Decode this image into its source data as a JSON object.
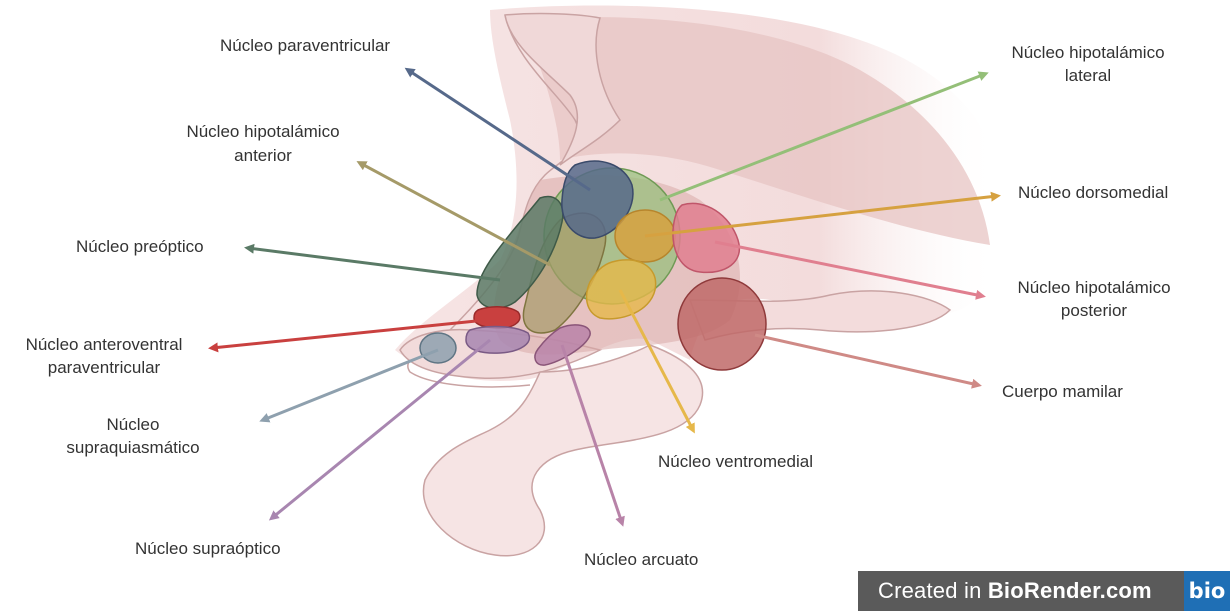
{
  "labels": {
    "paraventricular": "Núcleo paraventricular",
    "anterior_1": "Núcleo hipotalámico",
    "anterior_2": "anterior",
    "preoptico": "Núcleo preóptico",
    "anteroventral_1": "Núcleo anteroventral",
    "anteroventral_2": "paraventricular",
    "supraquiasmatico_1": "Núcleo",
    "supraquiasmatico_2": "supraquiasmático",
    "supraoptico": "Núcleo supraóptico",
    "arcuato": "Núcleo arcuato",
    "ventromedial": "Núcleo ventromedial",
    "mamilar": "Cuerpo mamilar",
    "posterior_1": "Núcleo hipotalámico",
    "posterior_2": "posterior",
    "dorsomedial": "Núcleo dorsomedial",
    "lateral_1": "Núcleo hipotalámico",
    "lateral_2": "lateral"
  },
  "watermark": {
    "prefix": "Created in ",
    "brand": "BioRender.com",
    "logo": "bio"
  },
  "colors": {
    "paraventricular": "#56698a",
    "anterior": "#a59a68",
    "preoptico": "#5a7a66",
    "anteroventral": "#c9403f",
    "supraquiasmatico": "#8ea0ae",
    "supraoptico": "#a886b0",
    "arcuato": "#b883a8",
    "ventromedial": "#e6b84a",
    "mamilar": "#cf8a86",
    "posterior": "#e07f8f",
    "dorsomedial": "#d6a140",
    "lateral": "#94bf78"
  }
}
